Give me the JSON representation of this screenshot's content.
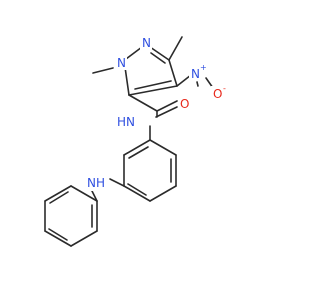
{
  "molecule": {
    "atom_labels": {
      "n_pyrazole_1": "N",
      "n_pyrazole_2": "N",
      "n_nitro": "N",
      "n_nitro_charge": "+",
      "o_nitro": "O",
      "o_nitro_charge": "-",
      "o_carbonyl": "O",
      "nh_amide": "N",
      "h_amide": "H",
      "nh_amine": "NH"
    },
    "colors": {
      "carbon_bond": "#2b2b2b",
      "nitrogen": "#3050e0",
      "oxygen": "#e8291c"
    }
  }
}
